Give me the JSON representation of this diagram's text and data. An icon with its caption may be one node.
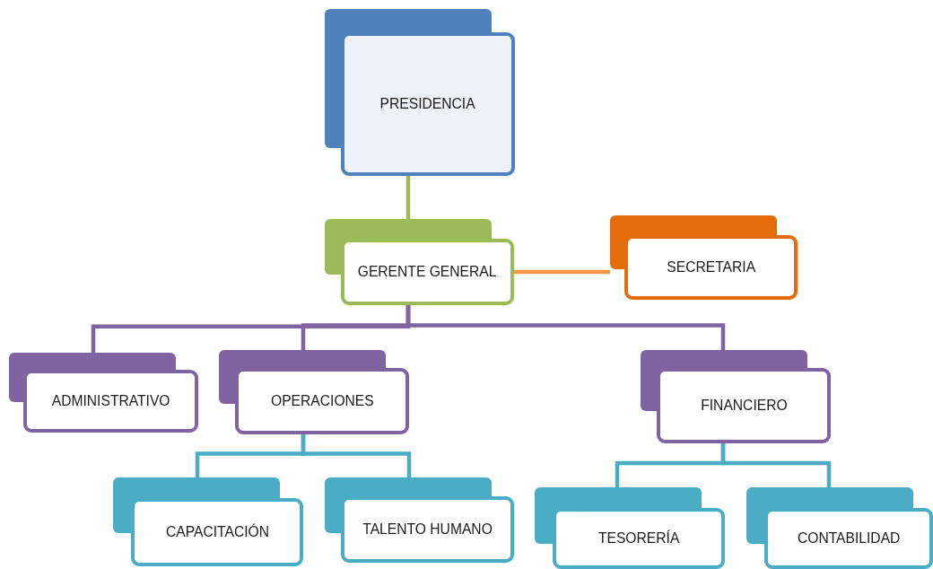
{
  "diagram": {
    "nodes": [
      {
        "text": [
          "PRESIDENCIA"
        ]
      },
      {
        "text": [
          "GERENTE GENERAL"
        ]
      },
      {
        "text": [
          "SECRETARIA"
        ]
      },
      {
        "text": [
          "ADMINISTRATIVO"
        ]
      },
      {
        "text": [
          "OPERACIONES"
        ]
      },
      {
        "text": [
          "FINANCIERO"
        ]
      },
      {
        "text": [
          "CAPACITACIÓN"
        ]
      },
      {
        "text": [
          "TALENTO HUMANO"
        ]
      },
      {
        "text": [
          "TESORERÍA"
        ]
      },
      {
        "text": [
          "CONTABILIDAD"
        ]
      }
    ],
    "edges": [
      {
        "from": 0,
        "to": 1,
        "arrow": "none",
        "color": "#9bbb59"
      },
      {
        "from": 1,
        "to": 2,
        "arrow": "none",
        "color": "#f79646"
      },
      {
        "from": 1,
        "to": 3,
        "arrow": "none",
        "color": "#8064a2"
      },
      {
        "from": 1,
        "to": 4,
        "arrow": "none",
        "color": "#8064a2"
      },
      {
        "from": 1,
        "to": 5,
        "arrow": "none",
        "color": "#8064a2"
      },
      {
        "from": 4,
        "to": 6,
        "arrow": "none"
      },
      {
        "from": 4,
        "to": 7,
        "arrow": "none"
      },
      {
        "from": 5,
        "to": 8,
        "arrow": "none"
      },
      {
        "from": 5,
        "to": 9,
        "arrow": "none"
      }
    ]
  }
}
